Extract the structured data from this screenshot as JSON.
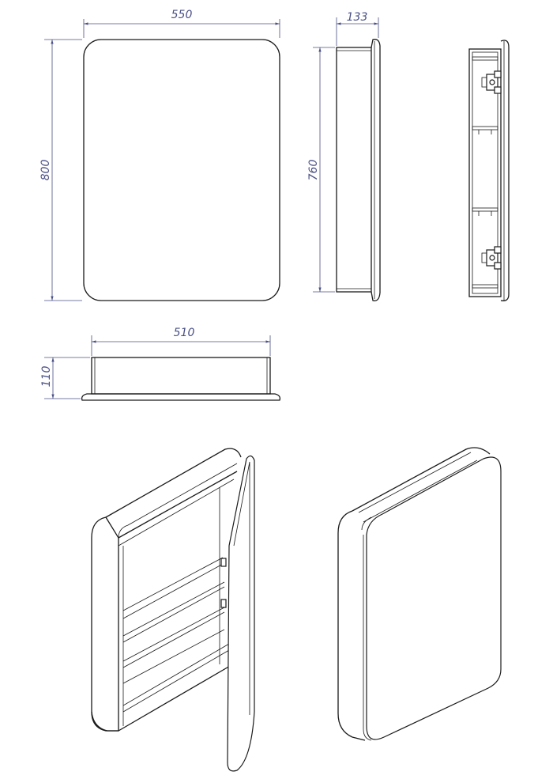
{
  "dimensions": {
    "front_width": "550",
    "front_height": "800",
    "side_depth": "133",
    "side_height": "760",
    "bottom_width": "510",
    "bottom_depth": "110"
  },
  "colors": {
    "dimension": "#4a4f86",
    "outline": "#1a1a1a",
    "background": "#ffffff"
  }
}
